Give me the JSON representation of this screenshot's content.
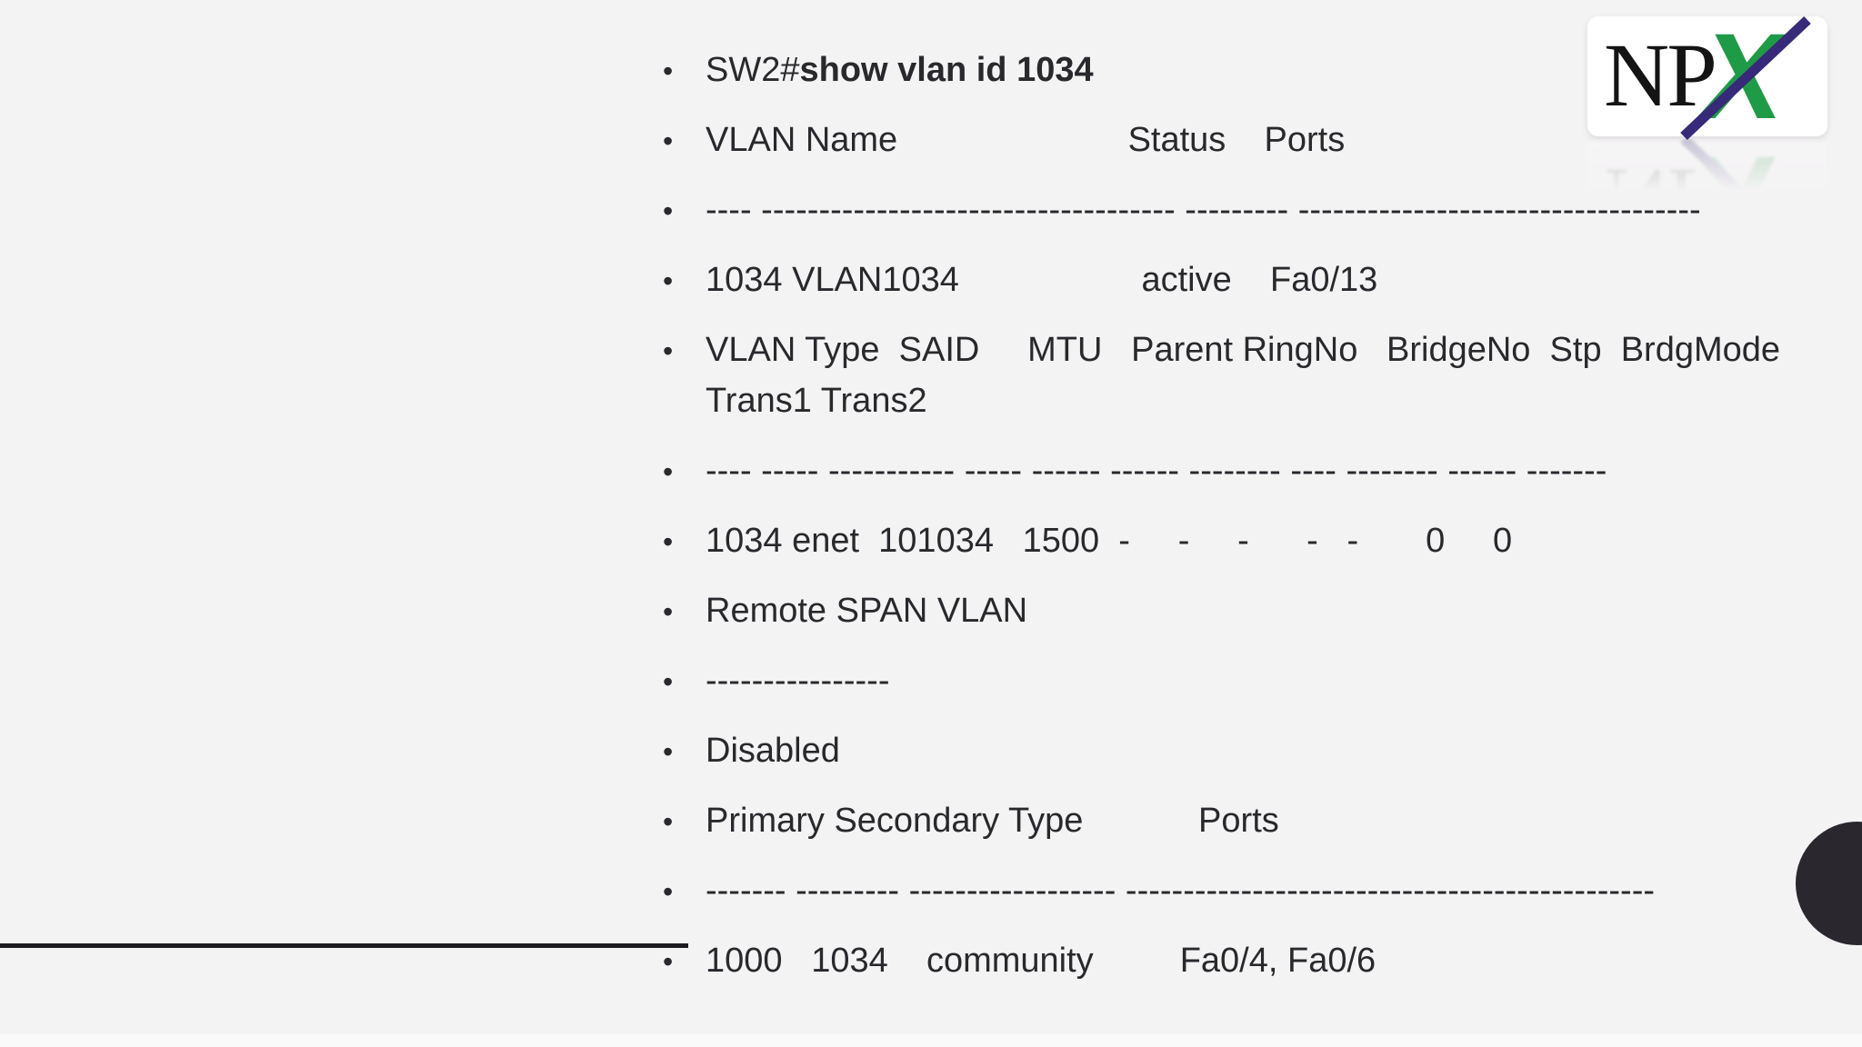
{
  "page": {
    "background_color": "#f4f3f4",
    "text_color": "#29282c",
    "rule_color": "#1c1b1e",
    "circle_color": "#2a272e"
  },
  "logo": {
    "np": "NP",
    "x": "X",
    "green": "#1f9b47",
    "purple": "#372a78",
    "box_color": "#ffffff"
  },
  "terminal": {
    "lines": [
      {
        "prompt": "SW2#",
        "command": "show vlan id 1034"
      },
      {
        "text": "VLAN Name                        Status    Ports"
      },
      {
        "text": "---- ------------------------------------ --------- -----------------------------------"
      },
      {
        "text": "1034 VLAN1034                   active    Fa0/13"
      },
      {
        "text": "VLAN Type  SAID     MTU   Parent RingNo   BridgeNo  Stp  BrdgMode\nTrans1 Trans2"
      },
      {
        "text": "---- ----- ----------- ----- ------ ------ -------- ---- -------- ------ -------"
      },
      {
        "text": "1034 enet  101034   1500  -     -     -      -   -       0     0"
      },
      {
        "text": "Remote SPAN VLAN"
      },
      {
        "text": "----------------"
      },
      {
        "text": "Disabled"
      },
      {
        "text": "Primary Secondary Type            Ports"
      },
      {
        "text": "------- --------- ------------------ ----------------------------------------------"
      },
      {
        "text": "1000   1034    community         Fa0/4, Fa0/6"
      }
    ]
  }
}
